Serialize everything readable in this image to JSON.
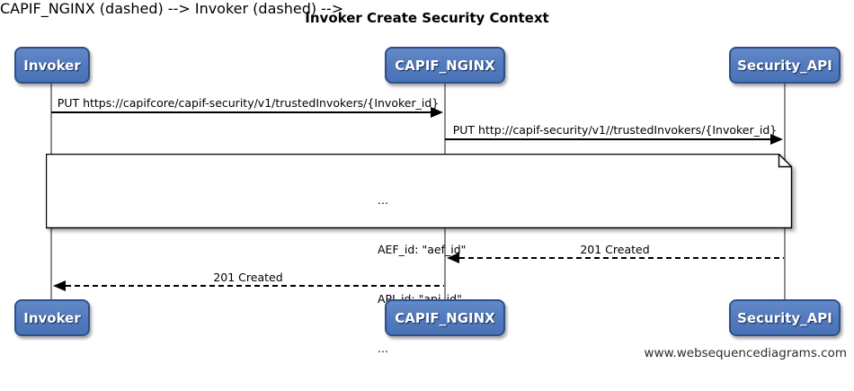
{
  "title": "Invoker Create Security Context",
  "footer": "www.websequencediagrams.com",
  "colors": {
    "actor_fill": "#5179bc",
    "actor_border": "#2d4f8c",
    "actor_text": "#ffffff",
    "lifeline": "#8c8c8c",
    "note_fill": "#ffffff",
    "line": "#000000"
  },
  "actors": [
    {
      "name": "Invoker"
    },
    {
      "name": "CAPIF_NGINX"
    },
    {
      "name": "Security_API"
    }
  ],
  "messages": [
    {
      "label": "PUT https://capifcore/capif-security/v1/trustedInvokers/{Invoker_id}",
      "from": "Invoker",
      "to": "CAPIF_NGINX",
      "style": "solid"
    },
    {
      "label": "PUT http://capif-security/v1//trustedInvokers/{Invoker_id}",
      "from": "CAPIF_NGINX",
      "to": "Security_API",
      "style": "solid"
    },
    {
      "label": "201 Created",
      "from": "Security_API",
      "to": "CAPIF_NGINX",
      "style": "dashed"
    },
    {
      "label": "201 Created",
      "from": "CAPIF_NGINX",
      "to": "Invoker",
      "style": "dashed"
    }
  ],
  "note": {
    "lines": [
      "...",
      "AEF_id: \"aef_id\"",
      "API_id: \"api_id\"",
      "..."
    ]
  }
}
